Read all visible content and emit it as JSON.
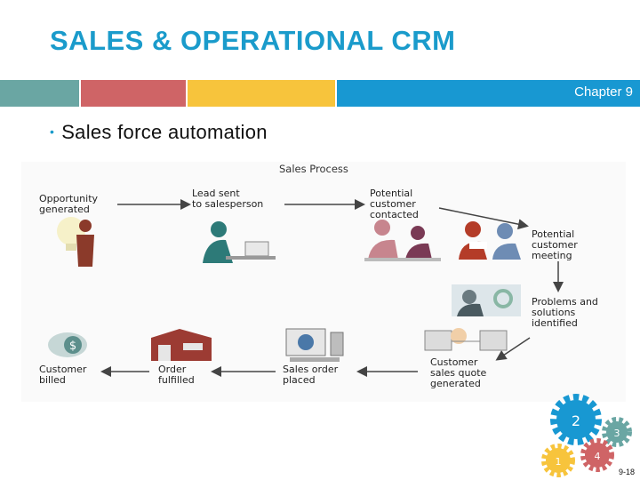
{
  "slide": {
    "title": "SALES & OPERATIONAL CRM",
    "chapter": "Chapter 9",
    "bullet": "Sales force automation",
    "page": "9-18"
  },
  "colors": {
    "accent": "#1a9bcb",
    "bar_teal": "#6aa6a3",
    "bar_red": "#cf6466",
    "bar_yellow": "#f7c43c",
    "bar_blue": "#1898d2"
  },
  "diagram": {
    "title": "Sales Process",
    "steps": [
      "Opportunity\ngenerated",
      "Lead sent\nto salesperson",
      "Potential\ncustomer\ncontacted",
      "Potential\ncustomer\nmeeting",
      "Problems and\nsolutions\nidentified",
      "Customer\nsales quote\ngenerated",
      "Sales order\nplaced",
      "Order\nfulfilled",
      "Customer\nbilled"
    ]
  },
  "gears": {
    "labels": [
      "1",
      "2",
      "3",
      "4"
    ]
  }
}
